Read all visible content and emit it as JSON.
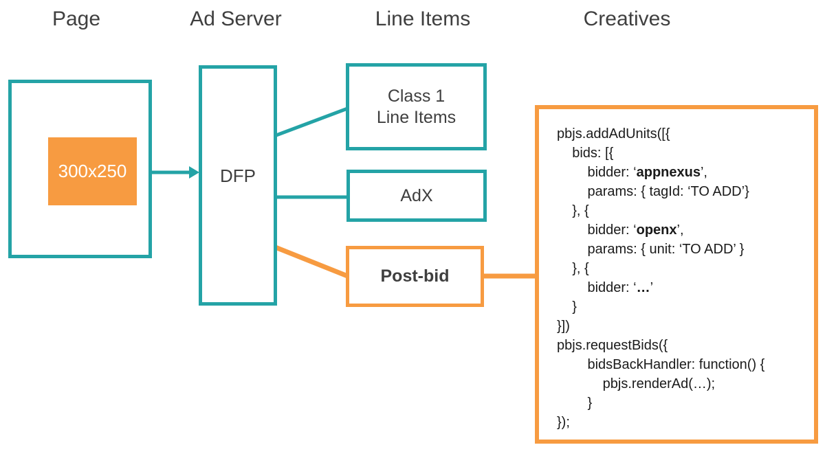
{
  "colors": {
    "teal": "#24A3A6",
    "orange": "#F79B41",
    "header_text": "#3F3F3F"
  },
  "columns": {
    "page": "Page",
    "ad_server": "Ad Server",
    "line_items": "Line Items",
    "creatives": "Creatives"
  },
  "page_box": {
    "ad_slot_label": "300x250"
  },
  "ad_server_box": {
    "label": "DFP"
  },
  "line_item_boxes": {
    "class1_line1": "Class 1",
    "class1_line2": "Line Items",
    "adx": "AdX",
    "postbid": "Post-bid"
  },
  "code": {
    "lines": [
      [
        {
          "t": "pbjs.addAdUnits([{"
        }
      ],
      [
        {
          "t": "    bids: [{"
        }
      ],
      [
        {
          "t": "        bidder: ‘"
        },
        {
          "t": "appnexus",
          "b": true
        },
        {
          "t": "’,"
        }
      ],
      [
        {
          "t": "        params: { tagId: ‘TO ADD’}"
        }
      ],
      [
        {
          "t": "    }, {"
        }
      ],
      [
        {
          "t": "        bidder: ‘"
        },
        {
          "t": "openx",
          "b": true
        },
        {
          "t": "’,"
        }
      ],
      [
        {
          "t": "        params: { unit: ‘TO ADD’ }"
        }
      ],
      [
        {
          "t": "    }, {"
        }
      ],
      [
        {
          "t": "        bidder: ‘"
        },
        {
          "t": "…",
          "b": true
        },
        {
          "t": "’"
        }
      ],
      [
        {
          "t": "    }"
        }
      ],
      [
        {
          "t": "}])"
        }
      ],
      [
        {
          "t": "pbjs.requestBids({"
        }
      ],
      [
        {
          "t": "        bidsBackHandler: function() {"
        }
      ],
      [
        {
          "t": "            pbjs.renderAd(…);"
        }
      ],
      [
        {
          "t": "        }"
        }
      ],
      [
        {
          "t": "});"
        }
      ]
    ]
  }
}
